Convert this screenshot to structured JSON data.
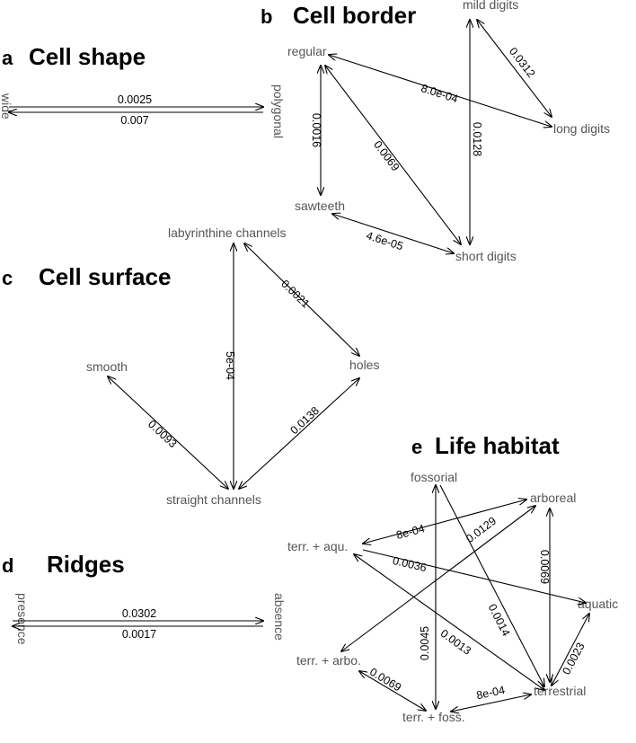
{
  "panels": {
    "a": {
      "letter": "a",
      "title": "Cell shape",
      "nodes": {
        "wide": "wide",
        "polygonal": "polygonal"
      },
      "rates": {
        "wide_to_polygonal": "0.0025",
        "polygonal_to_wide": "0.007"
      }
    },
    "b": {
      "letter": "b",
      "title": "Cell border",
      "nodes": {
        "mild_digits": "mild digits",
        "regular": "regular",
        "long_digits": "long digits",
        "sawteeth": "sawteeth",
        "short_digits": "short digits"
      },
      "rates": {
        "mild_long": "0.0312",
        "regular_long": "8.0e-04",
        "regular_sawteeth": "0.0016",
        "regular_short": "0.0069",
        "mild_short": "0.0128",
        "sawteeth_short": "4.6e-05"
      }
    },
    "c": {
      "letter": "c",
      "title": "Cell surface",
      "nodes": {
        "labyrinthine": "labyrinthine channels",
        "smooth": "smooth",
        "holes": "holes",
        "straight": "straight channels"
      },
      "rates": {
        "lab_holes": "0.0021",
        "lab_straight": "5e-04",
        "straight_holes": "0.0138",
        "smooth_straight": "0.0093"
      }
    },
    "d": {
      "letter": "d",
      "title": "Ridges",
      "nodes": {
        "presence": "presence",
        "absence": "absence"
      },
      "rates": {
        "presence_to_absence": "0.0302",
        "absence_to_presence": "0.0017"
      }
    },
    "e": {
      "letter": "e",
      "title": "Life habitat",
      "nodes": {
        "fossorial": "fossorial",
        "arboreal": "arboreal",
        "terr_aqu": "terr. + aqu.",
        "aquatic": "aquatic",
        "terr_arbo": "terr. + arbo.",
        "terrestrial": "terrestrial",
        "terr_foss": "terr. + foss."
      },
      "rates": {
        "aqu_arboreal": "8e-04",
        "arbo_arboreal": "0.0129",
        "arboreal_terrestrial": "0.0069",
        "aqu_aquatic": "0.0036",
        "foss_terrestrial": "0.0014",
        "foss_tfoss": "0.0045",
        "aqu_terrestrial": "0.0013",
        "aquatic_terrestrial": "0.0023",
        "arbo_tfoss": "0.0069",
        "tfoss_terrestrial": "8e-04"
      }
    }
  }
}
